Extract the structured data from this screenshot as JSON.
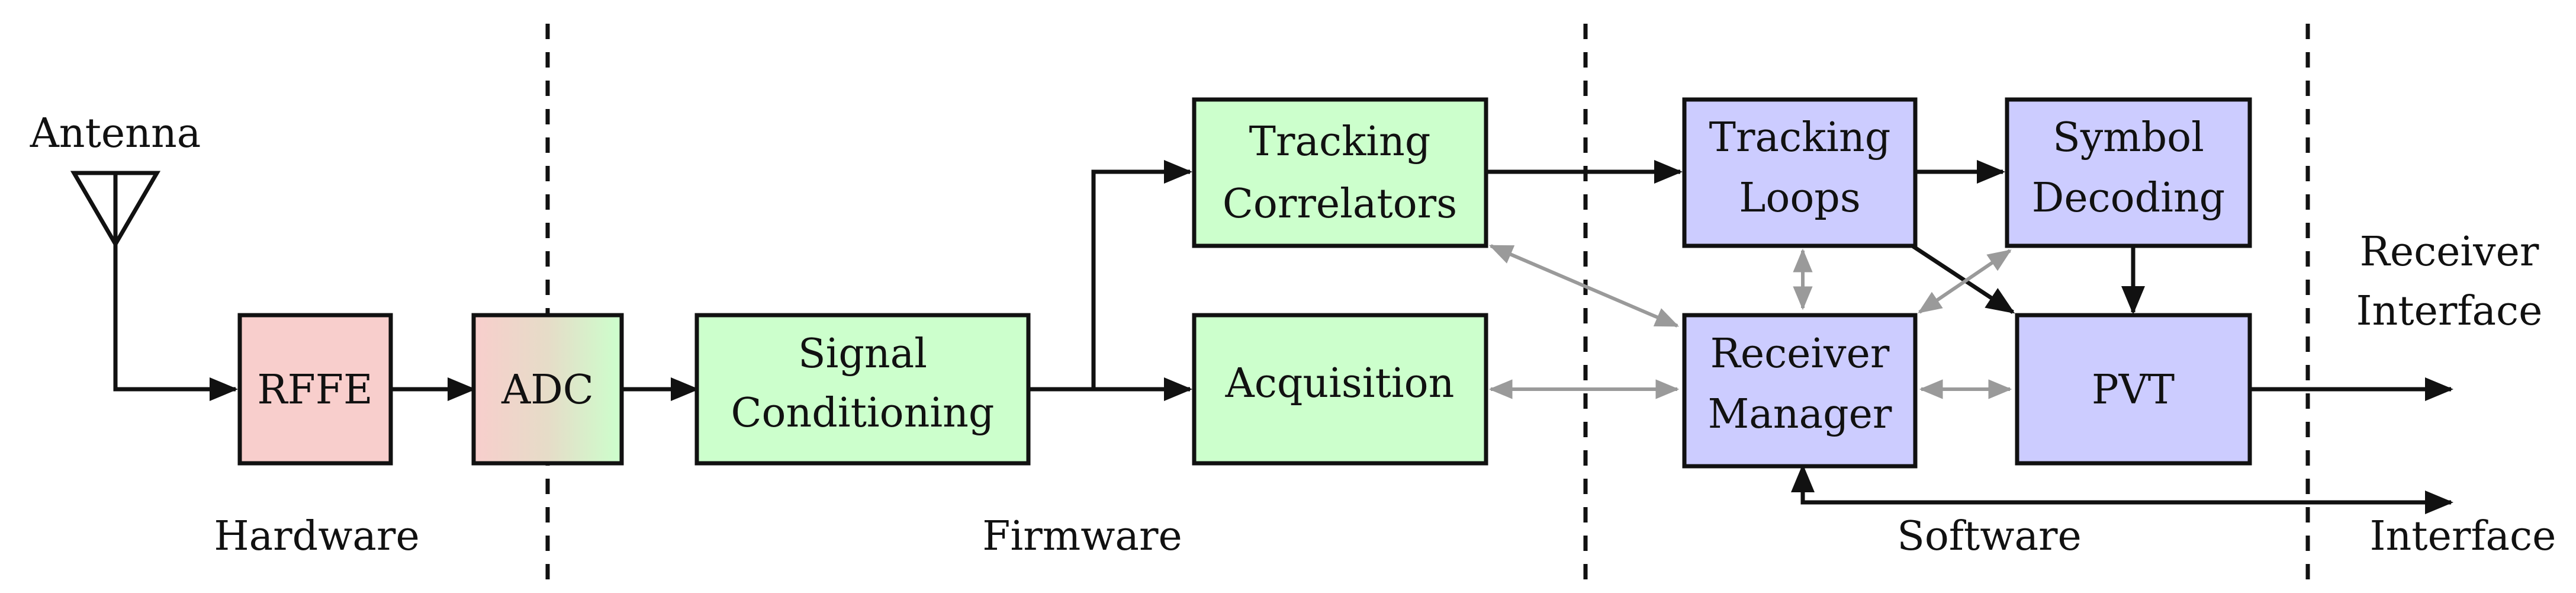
{
  "colors": {
    "hardware_fill": "#f8cecc",
    "firmware_fill": "#ccffcc",
    "software_fill": "#ccccff",
    "line": "#111111",
    "secondary_line": "#9a9a9a"
  },
  "labels": {
    "antenna": "Antenna",
    "rffe": "RFFE",
    "adc": "ADC",
    "signal_conditioning": [
      "Signal",
      "Conditioning"
    ],
    "tracking_correlators": [
      "Tracking",
      "Correlators"
    ],
    "acquisition": "Acquisition",
    "tracking_loops": [
      "Tracking",
      "Loops"
    ],
    "symbol_decoding": [
      "Symbol",
      "Decoding"
    ],
    "receiver_manager": [
      "Receiver",
      "Manager"
    ],
    "pvt": "PVT",
    "receiver_interface": [
      "Receiver",
      "Interface"
    ],
    "interface": "Interface"
  },
  "sections": {
    "hardware": "Hardware",
    "firmware": "Firmware",
    "software": "Software"
  },
  "icons": [
    "antenna-icon"
  ]
}
